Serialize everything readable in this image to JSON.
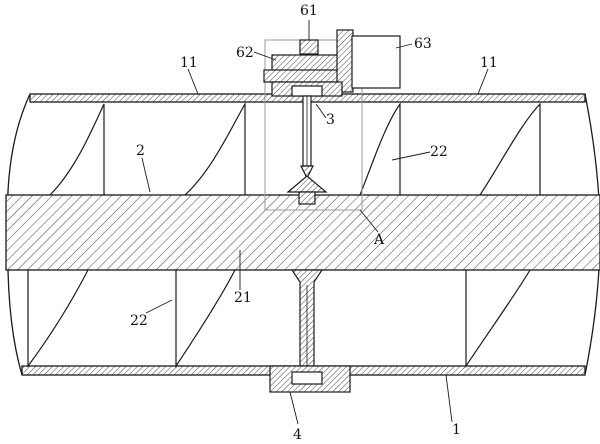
{
  "labels": {
    "l61": "61",
    "l62": "62",
    "l63": "63",
    "l11a": "11",
    "l11b": "11",
    "l3": "3",
    "l2": "2",
    "l22a": "22",
    "l22b": "22",
    "lA": "A",
    "l21": "21",
    "l4": "4",
    "l1": "1"
  },
  "colors": {
    "line": "#1a1a1a",
    "hatch": "#444444",
    "frame": "#9a9a9a"
  }
}
